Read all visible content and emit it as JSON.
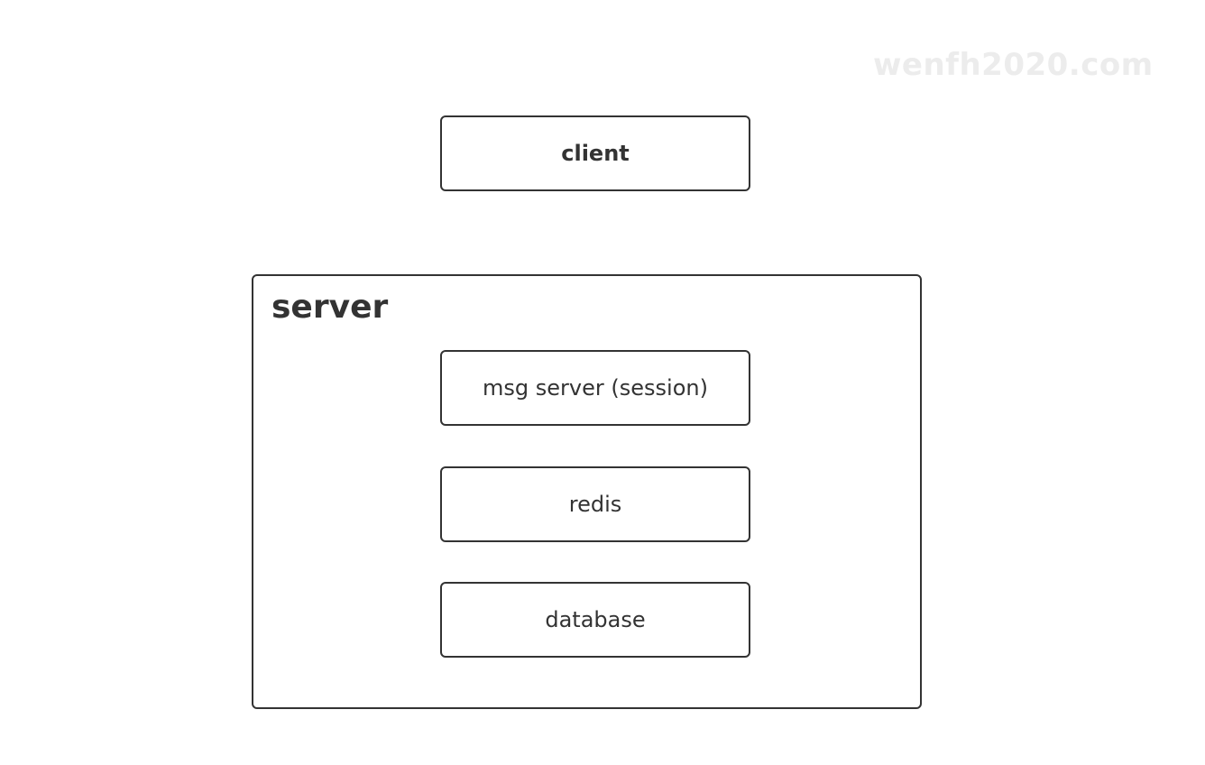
{
  "watermark": "wenfh2020.com",
  "client": {
    "label": "client"
  },
  "server": {
    "title": "server",
    "components": [
      {
        "label": "msg server (session)"
      },
      {
        "label": "redis"
      },
      {
        "label": "database"
      }
    ]
  }
}
